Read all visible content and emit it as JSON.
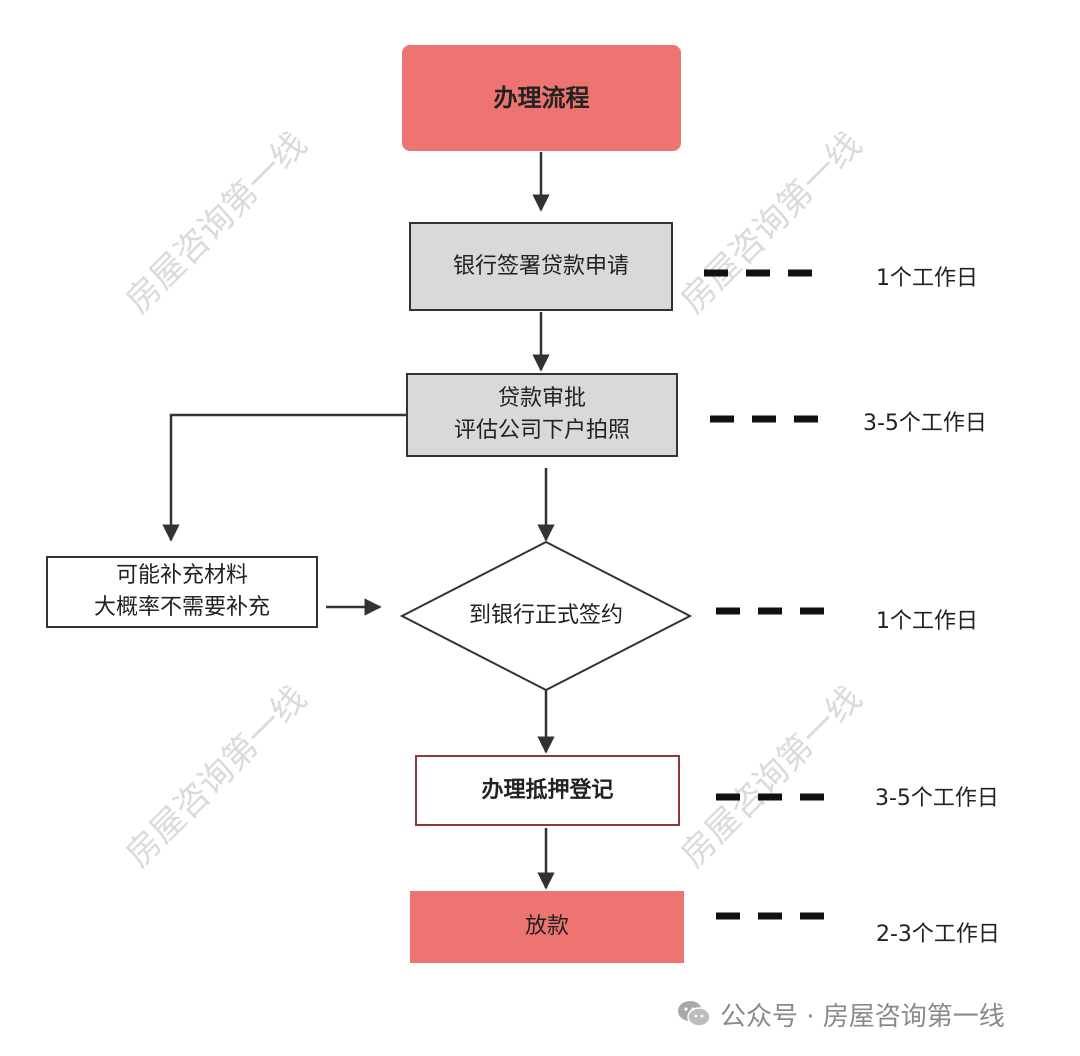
{
  "watermark": "房屋咨询第一线",
  "nodes": {
    "title": "办理流程",
    "bank_sign_apply": "银行签署贷款申请",
    "loan_approval_line1": "贷款审批",
    "loan_approval_line2": "评估公司下户拍照",
    "supplement_line1": "可能补充材料",
    "supplement_line2": "大概率不需要补充",
    "formal_sign": "到银行正式签约",
    "mortgage_register": "办理抵押登记",
    "disburse": "放款"
  },
  "durations": {
    "bank_sign_apply": "1个工作日",
    "loan_approval": "3-5个工作日",
    "formal_sign": "1个工作日",
    "mortgage_register": "3-5个工作日",
    "disburse": "2-3个工作日"
  },
  "footer": {
    "text": "公众号 · 房屋咨询第一线"
  },
  "colors": {
    "salmon": "#ee7471",
    "gray_box": "#d9d9d9",
    "dark_red_border": "#8b3a3a",
    "line": "#333333"
  }
}
